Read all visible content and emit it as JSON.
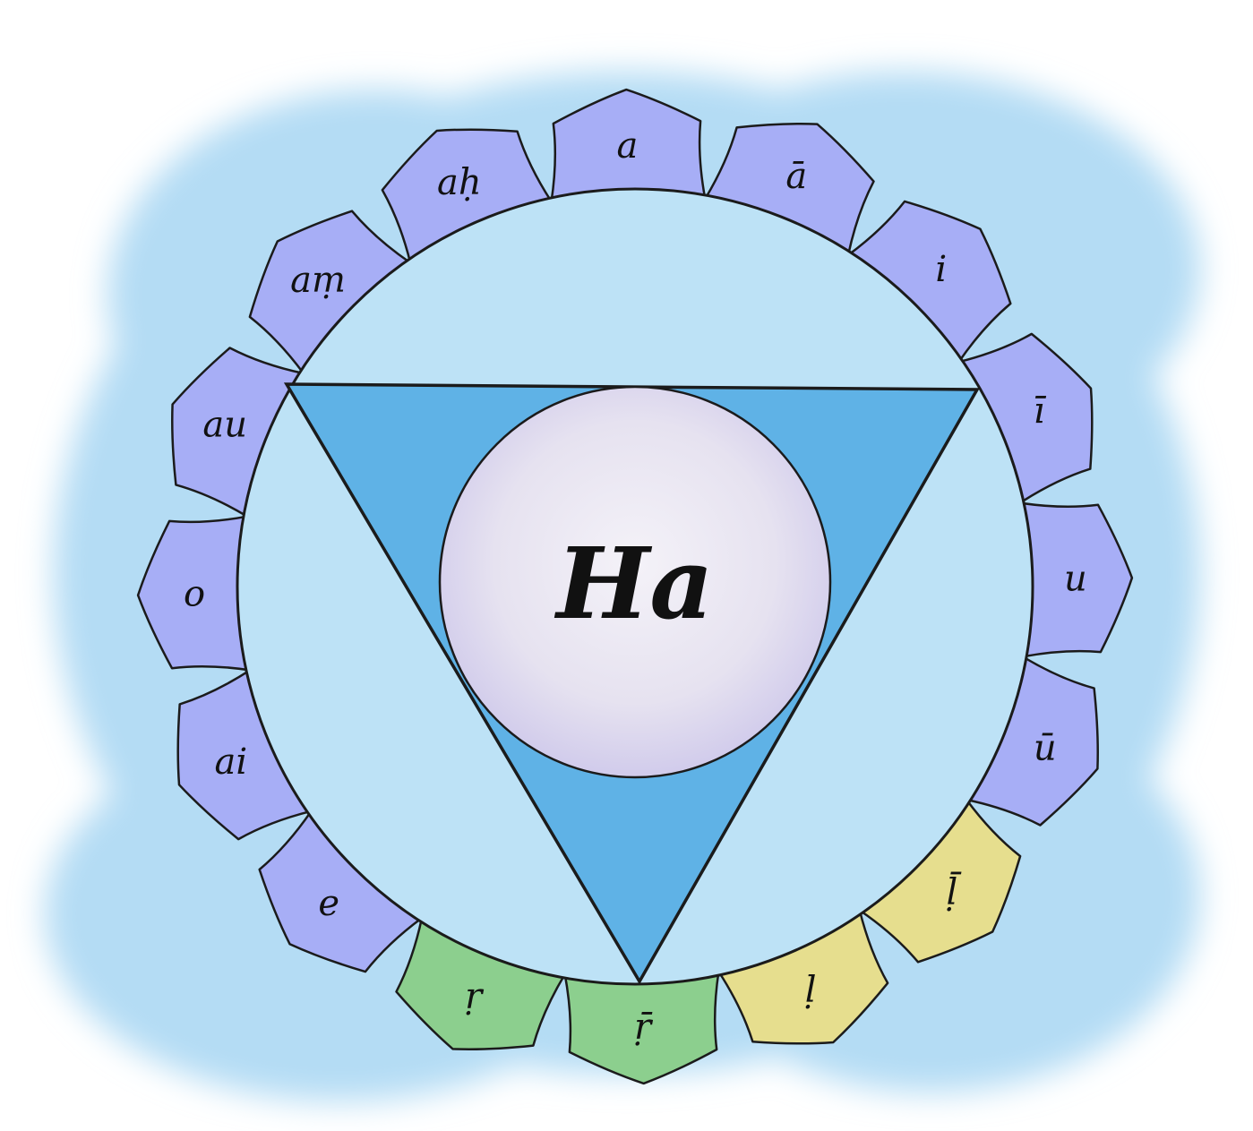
{
  "colors": {
    "watercolor_wash": "#b4dcf4",
    "inner_disc": "#bde2f6",
    "triangle": "#5fb2e6",
    "moon": "#ebe6f2",
    "moon_tint": "#c8c2ea",
    "petal_default": "#a7aef6",
    "outline": "#1b1b1b"
  },
  "center": {
    "syllable": "Ha"
  },
  "petals": [
    {
      "label": "a",
      "color": "#a7aef6"
    },
    {
      "label": "ā",
      "color": "#a7aef6"
    },
    {
      "label": "i",
      "color": "#a7aef6"
    },
    {
      "label": "ī",
      "color": "#a7aef6"
    },
    {
      "label": "u",
      "color": "#a7aef6"
    },
    {
      "label": "ū",
      "color": "#a7aef6"
    },
    {
      "label": "ḹ",
      "color": "#e6de8e"
    },
    {
      "label": "ḷ",
      "color": "#e6de8e"
    },
    {
      "label": "ṝ",
      "color": "#8ccf8e"
    },
    {
      "label": "ṛ",
      "color": "#8ccf8e"
    },
    {
      "label": "e",
      "color": "#a7aef6"
    },
    {
      "label": "ai",
      "color": "#a7aef6"
    },
    {
      "label": "o",
      "color": "#a7aef6"
    },
    {
      "label": "au",
      "color": "#a7aef6"
    },
    {
      "label": "aṃ",
      "color": "#a7aef6"
    },
    {
      "label": "aḥ",
      "color": "#a7aef6"
    }
  ]
}
